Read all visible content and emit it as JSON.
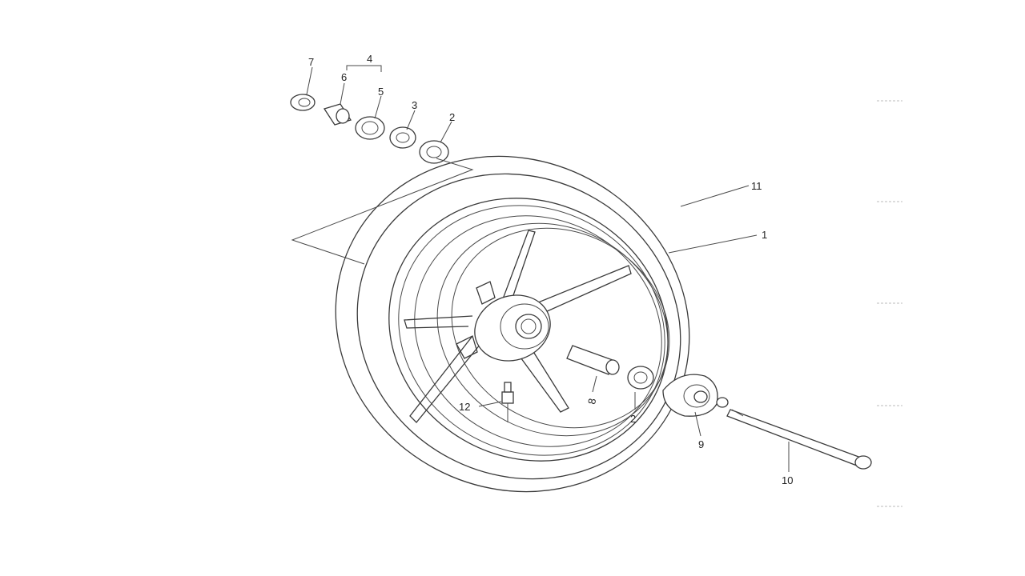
{
  "diagram": {
    "labels": {
      "l1": "1",
      "l2a": "2",
      "l2b": "2",
      "l3": "3",
      "l4": "4",
      "l5": "5",
      "l6": "6",
      "l7": "7",
      "l8": "8",
      "l9": "9",
      "l10": "10",
      "l11": "11",
      "l12": "12"
    }
  }
}
